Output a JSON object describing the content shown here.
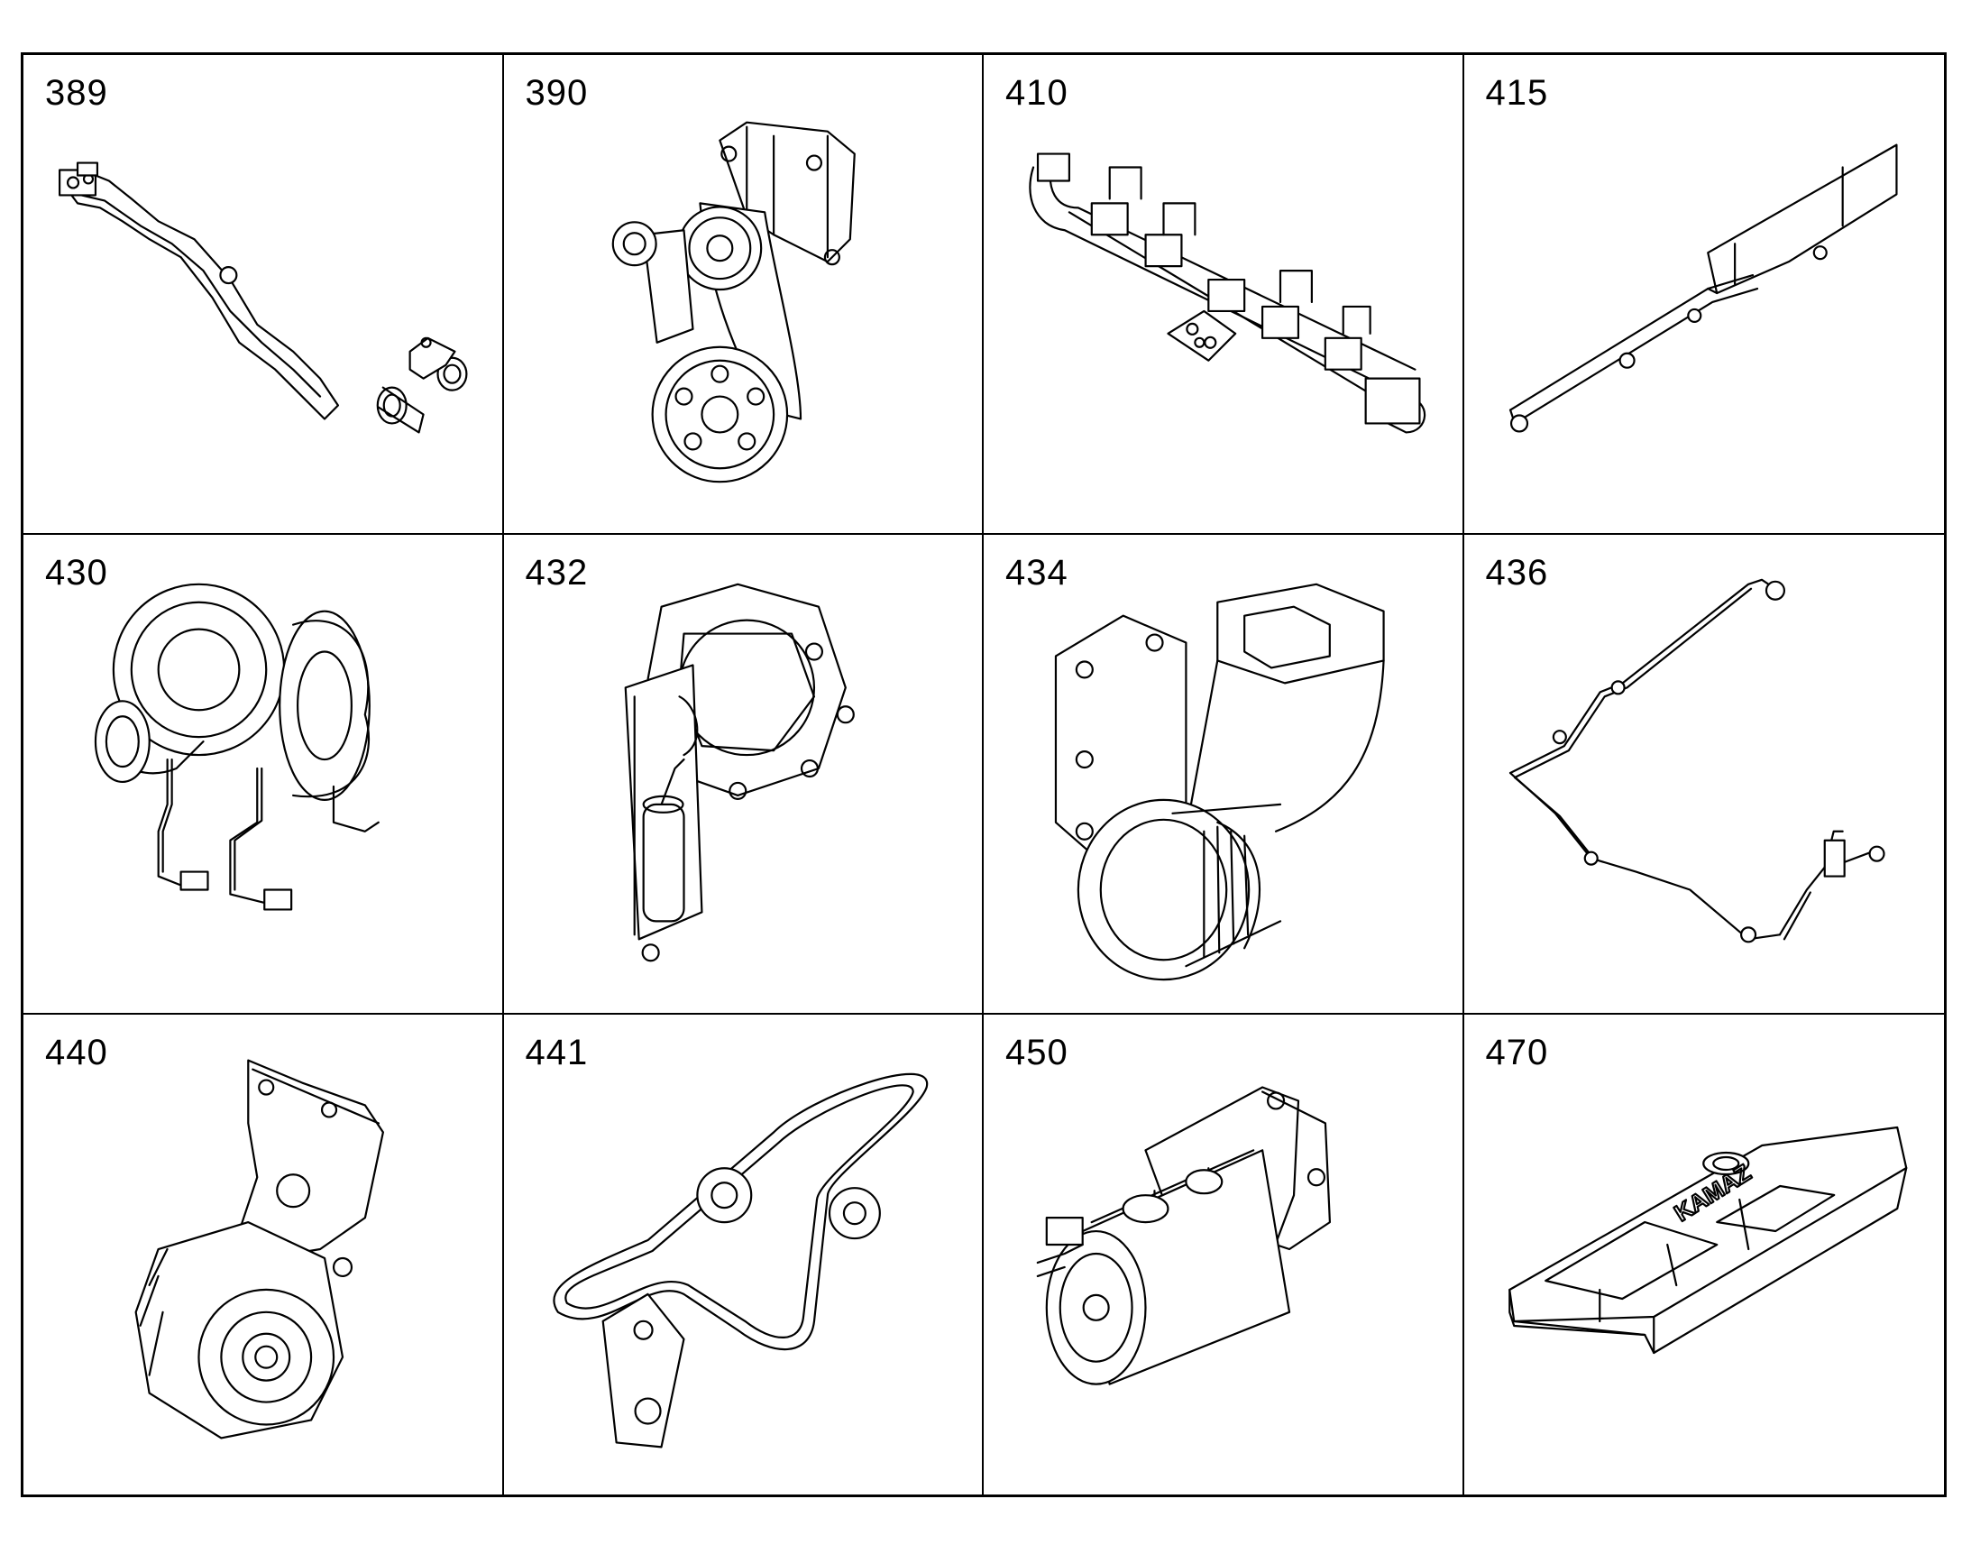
{
  "cells": [
    {
      "number": "389",
      "icon": "coolant-pipe-icon"
    },
    {
      "number": "390",
      "icon": "belt-tensioner-drive-icon"
    },
    {
      "number": "410",
      "icon": "exhaust-manifold-icon"
    },
    {
      "number": "415",
      "icon": "heat-shield-bracket-icon"
    },
    {
      "number": "430",
      "icon": "turbocharger-icon"
    },
    {
      "number": "432",
      "icon": "exhaust-brake-icon"
    },
    {
      "number": "434",
      "icon": "exhaust-elbow-icon"
    },
    {
      "number": "436",
      "icon": "pipeline-icon"
    },
    {
      "number": "440",
      "icon": "alternator-icon"
    },
    {
      "number": "441",
      "icon": "drive-belt-icon"
    },
    {
      "number": "450",
      "icon": "starter-motor-icon"
    },
    {
      "number": "470",
      "icon": "fuel-tank-icon"
    }
  ],
  "labels": {
    "tank_brand": "KAMAZ"
  }
}
